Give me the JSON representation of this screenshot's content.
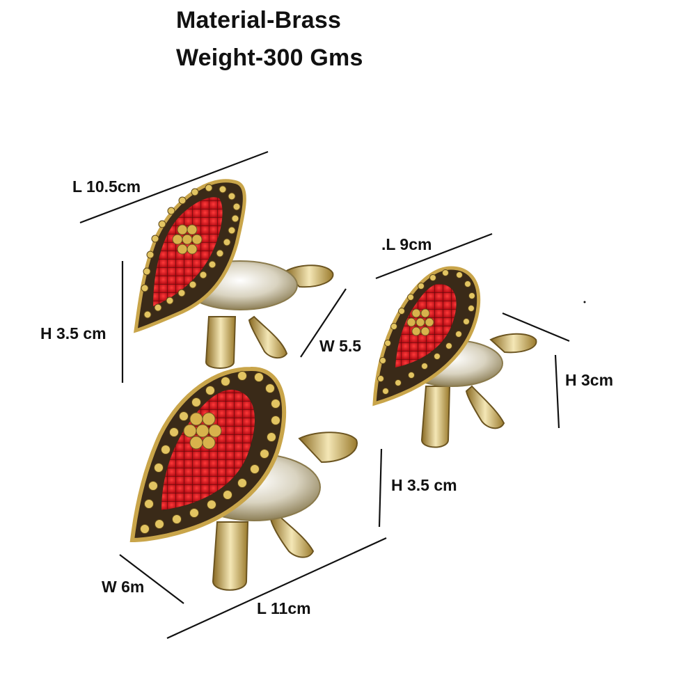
{
  "header": {
    "material": "Material-Brass",
    "weight": "Weight-300 Gms"
  },
  "items": [
    {
      "name": "turtle-top-left",
      "labels": {
        "length": "L 10.5cm",
        "height": "H 3.5 cm"
      }
    },
    {
      "name": "turtle-right",
      "labels": {
        "length": ".L 9cm",
        "width": "W 5.5",
        "height": "H 3cm"
      }
    },
    {
      "name": "turtle-bottom",
      "labels": {
        "height": "H 3.5 cm",
        "width": "W 6m",
        "length": "L 11cm"
      }
    }
  ],
  "colors": {
    "shell_red": "#d8161f",
    "brass": "#c9a54a",
    "silver": "#dcd6c4",
    "dark": "#2a1e14"
  }
}
